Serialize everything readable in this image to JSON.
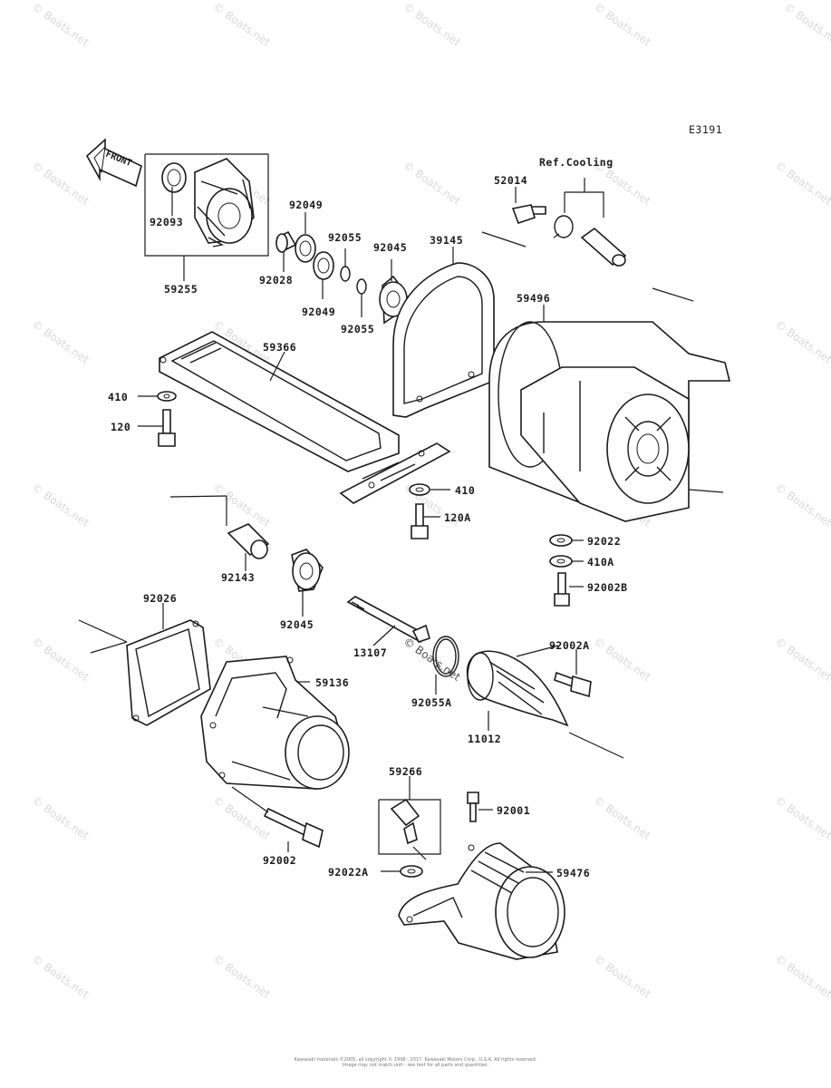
{
  "diagram_code": "E3191",
  "front_label": "FRONT",
  "ref_label": "Ref.Cooling",
  "watermark": "© Boats.net",
  "footer_line1": "Kawasaki materials ©2005, all copyright © 1998 - 2017, Kawasaki Motors Corp., U.S.A. All rights reserved.",
  "footer_line2": "Image may not match unit - see text for all parts and quantities.",
  "parts": {
    "p52014": "52014",
    "p39145": "39145",
    "p92049a": "92049",
    "p92055a": "92055",
    "p92045a": "92045",
    "p92093": "92093",
    "p59255": "59255",
    "p92028": "92028",
    "p92049b": "92049",
    "p92055b": "92055",
    "p59496": "59496",
    "p59366": "59366",
    "p410a": "410",
    "p120": "120",
    "p410b": "410",
    "p120a": "120A",
    "p92022": "92022",
    "p410A": "410A",
    "p92002b": "92002B",
    "p92143": "92143",
    "p92045b": "92045",
    "p92026": "92026",
    "p13107": "13107",
    "p59136": "59136",
    "p92002a": "92002A",
    "p92055A": "92055A",
    "p11012": "11012",
    "p59266": "59266",
    "p92001": "92001",
    "p92002": "92002",
    "p92022A": "92022A",
    "p59476": "59476"
  }
}
